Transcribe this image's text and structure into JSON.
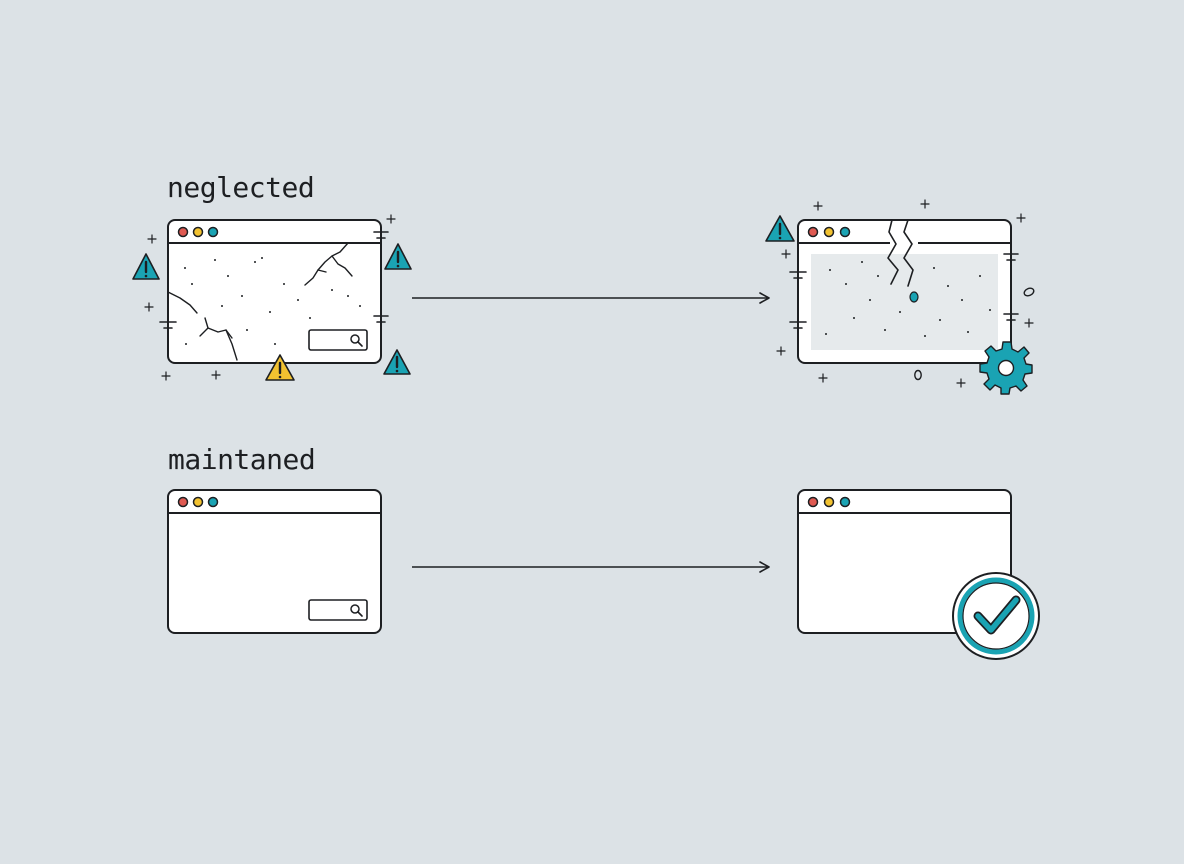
{
  "rows": [
    {
      "label": "neglected"
    },
    {
      "label": "maintaned"
    }
  ],
  "colors": {
    "background": "#dce2e6",
    "outline": "#1d1f22",
    "window_fill": "#ffffff",
    "aged_fill": "#e6eaec",
    "dot_red": "#e05a52",
    "dot_yellow": "#f2c230",
    "dot_teal": "#1aa3b3",
    "warning_teal": "#1aa3b3",
    "warning_yellow": "#f2c230",
    "accent": "#1aa3b3"
  },
  "icons": [
    "warning-icon",
    "gear-icon",
    "check-circle-icon",
    "search-icon",
    "crack",
    "sparkle"
  ]
}
